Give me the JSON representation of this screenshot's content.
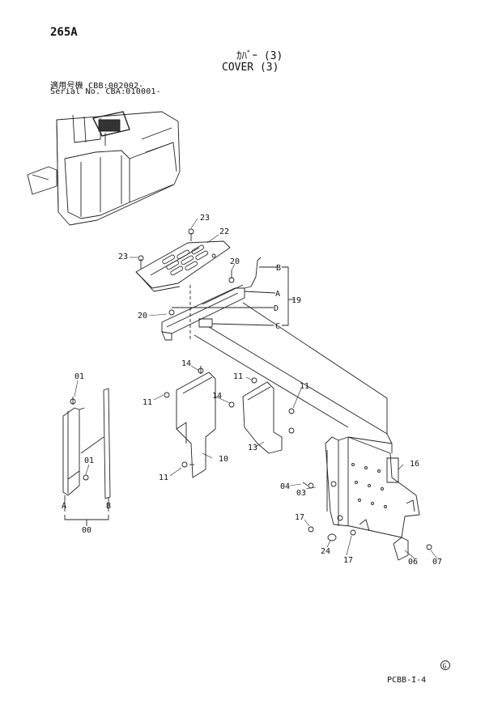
{
  "header": {
    "page_number": "265A",
    "title_jp": "ｶﾊﾞｰ (3)",
    "title_en": "COVER (3)",
    "serial_line1": "適用号機  CBB:002002-",
    "serial_line2": "Serial No. CBA:010001-"
  },
  "callouts": {
    "p23a": "23",
    "p22": "22",
    "p23b": "23",
    "p20a": "20",
    "pB": "B",
    "pA": "A",
    "p19": "19",
    "pD": "D",
    "p20b": "20",
    "pC": "C",
    "p01a": "01",
    "p14a": "14",
    "p11a": "11",
    "p14b": "14",
    "p11b": "11",
    "p11c": "11",
    "p13": "13",
    "p10": "10",
    "p01b": "01",
    "p11d": "11",
    "p16": "16",
    "p04": "04",
    "p03": "03",
    "p17a": "17",
    "p24": "24",
    "p17b": "17",
    "p06": "06",
    "p07": "07",
    "pA2": "A",
    "pB2": "B",
    "p00": "00"
  },
  "footer": {
    "code": "PCBB-I-4",
    "symbol": "G"
  }
}
